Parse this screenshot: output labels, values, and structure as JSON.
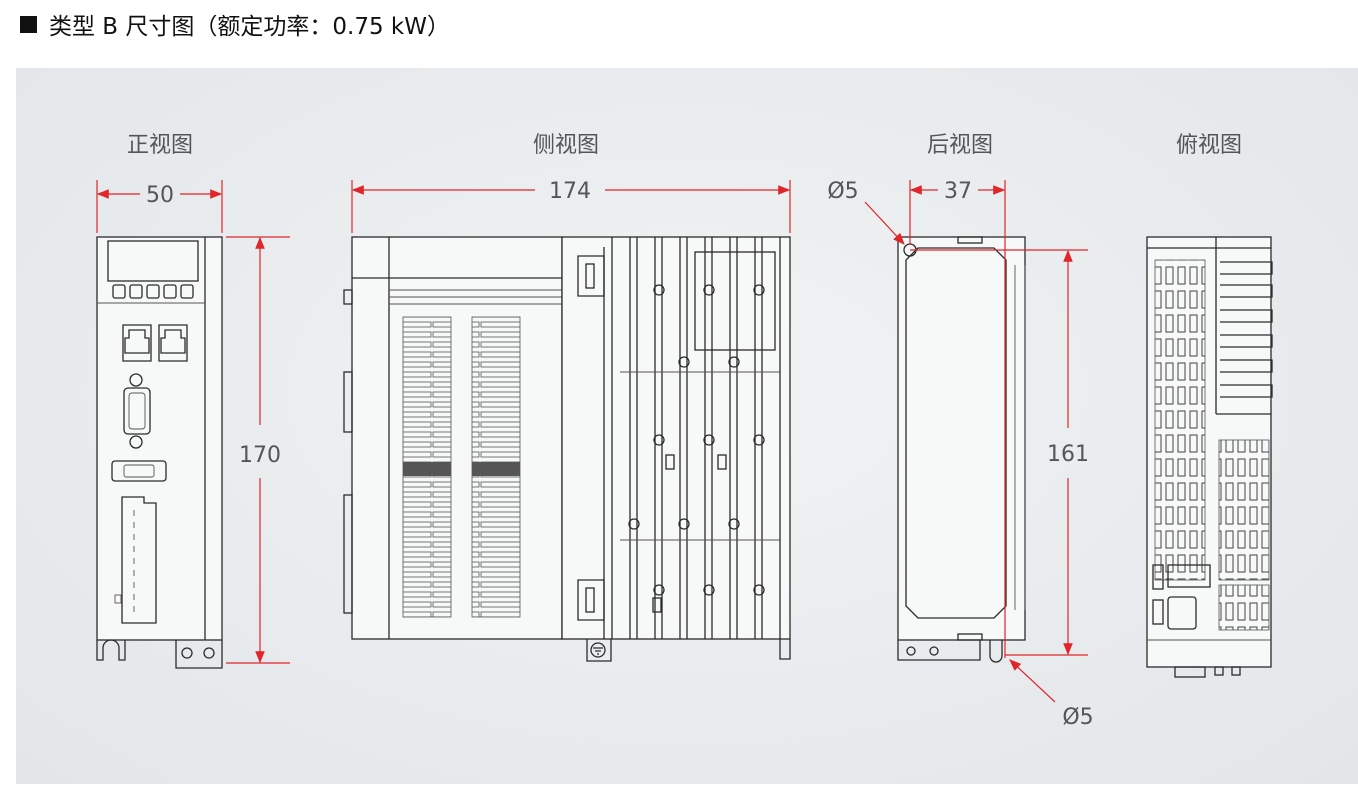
{
  "heading": "类型 B 尺寸图（额定功率：0.75 kW）",
  "views": {
    "front": "正视图",
    "side": "侧视图",
    "rear": "后视图",
    "top": "俯视图"
  },
  "dimensions": {
    "front_width": "50",
    "front_height": "170",
    "side_depth": "174",
    "rear_width": "37",
    "rear_height": "161",
    "hole_top": "Ø5",
    "hole_bottom": "Ø5"
  },
  "colors": {
    "dimension_line": "#e0252b",
    "outline": "#2b2b2b",
    "panel_background": "#e8ebed"
  }
}
